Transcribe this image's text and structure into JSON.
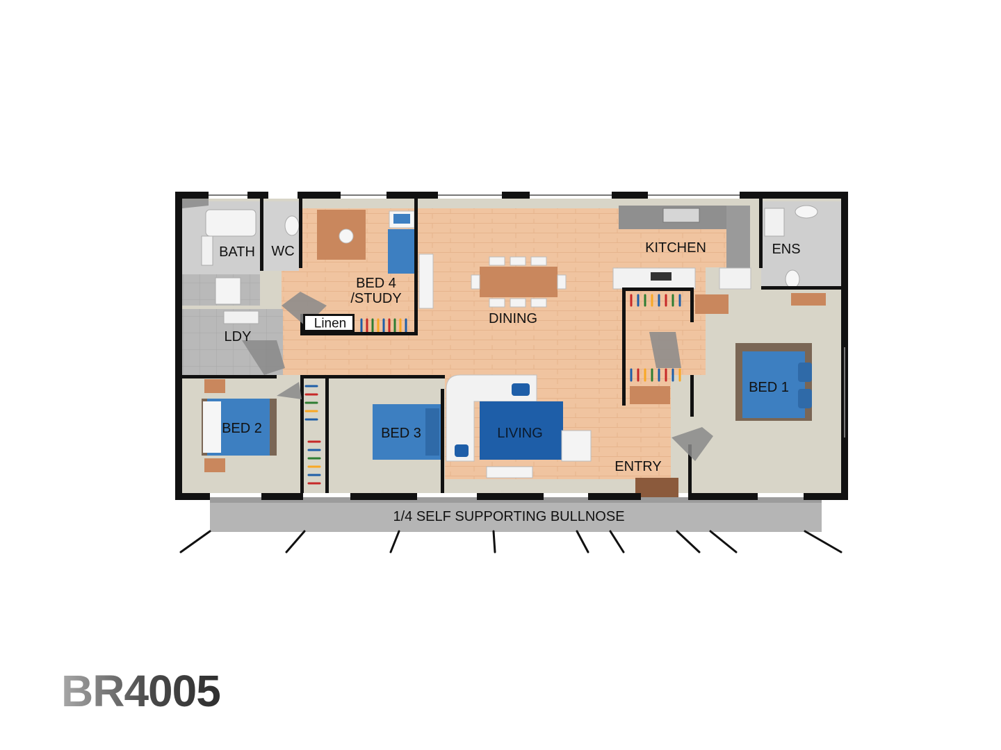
{
  "plan": {
    "code": "BR4005",
    "colors": {
      "wall": "#111111",
      "floor_timber": "#f1c6a2",
      "floor_carpet": "#d9d6c9",
      "floor_tile": "#b7b7b7",
      "bed_blue": "#3d7fc1",
      "rug_blue": "#1e5ea8",
      "veranda": "#b3b3b3"
    },
    "rooms": {
      "bath": "BATH",
      "wc": "WC",
      "bed4": "BED 4\n/STUDY",
      "linen": "Linen",
      "ldy": "LDY",
      "dining": "DINING",
      "kitchen": "KITCHEN",
      "ens": "ENS",
      "bed1": "BED 1",
      "bed2": "BED 2",
      "bed3": "BED 3",
      "living": "LIVING",
      "entry": "ENTRY"
    },
    "veranda_label": "1/4 SELF SUPPORTING BULLNOSE"
  }
}
